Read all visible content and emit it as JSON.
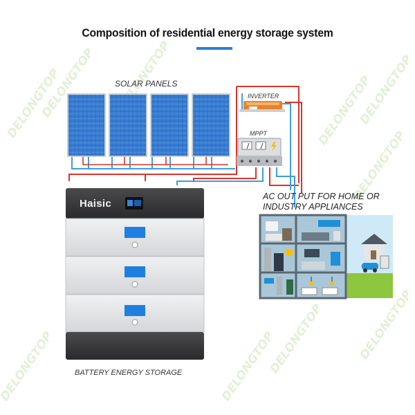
{
  "title": "Composition of residential energy storage system",
  "labels": {
    "solar_panels": "SOLAR PANELS",
    "inverter": "INVERTER",
    "mppt": "MPPT",
    "ac_output_line1": "AC OUT PUT FOR HOME OR",
    "ac_output_line2": "INDUSTRY APPLIANCES",
    "battery": "BATTERY ENERGY STORAGE",
    "brand": "Haisic"
  },
  "watermark": "DELONGTOP",
  "colors": {
    "accent": "#2a7fd6",
    "wire_red": "#d9342b",
    "wire_blue": "#3aa0d8",
    "panel_blue": "#2f6fc4",
    "battery_dark": "#3b3b3d",
    "battery_module": "#e3e4e6",
    "lcd": "#1f7fe0",
    "inverter": "#e8832a",
    "house_wall": "#a9c7d8",
    "house_yard": "#8dc63f"
  }
}
